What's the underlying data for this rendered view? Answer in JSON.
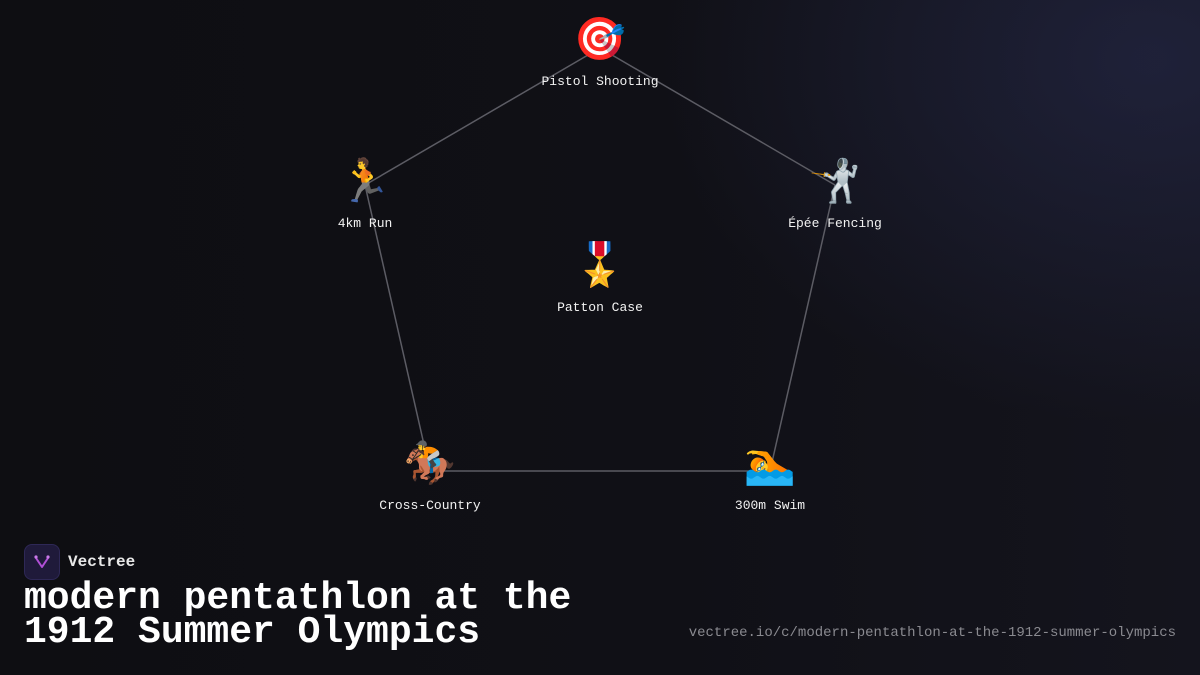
{
  "diagram": {
    "nodes": [
      {
        "id": "pistol",
        "emoji": "🎯",
        "icon": "target-icon",
        "label": "Pistol Shooting"
      },
      {
        "id": "fencing",
        "emoji": "🤺",
        "icon": "fencer-icon",
        "label": "Épée Fencing"
      },
      {
        "id": "swim",
        "emoji": "🏊",
        "icon": "swimmer-icon",
        "label": "300m Swim"
      },
      {
        "id": "cross",
        "emoji": "🏇",
        "icon": "horse-racing-icon",
        "label": "Cross-Country"
      },
      {
        "id": "run",
        "emoji": "🏃",
        "icon": "runner-icon",
        "label": "4km Run"
      }
    ],
    "center": {
      "emoji": "🎖️",
      "icon": "medal-icon",
      "label": "Patton Case"
    },
    "edges": [
      [
        "pistol",
        "fencing"
      ],
      [
        "fencing",
        "swim"
      ],
      [
        "swim",
        "cross"
      ],
      [
        "cross",
        "run"
      ],
      [
        "run",
        "pistol"
      ]
    ],
    "edge_color": "#5c5c64"
  },
  "footer": {
    "brand_name": "Vectree",
    "title": "modern pentathlon at the 1912 Summer Olympics",
    "url": "vectree.io/c/modern-pentathlon-at-the-1912-summer-olympics"
  }
}
